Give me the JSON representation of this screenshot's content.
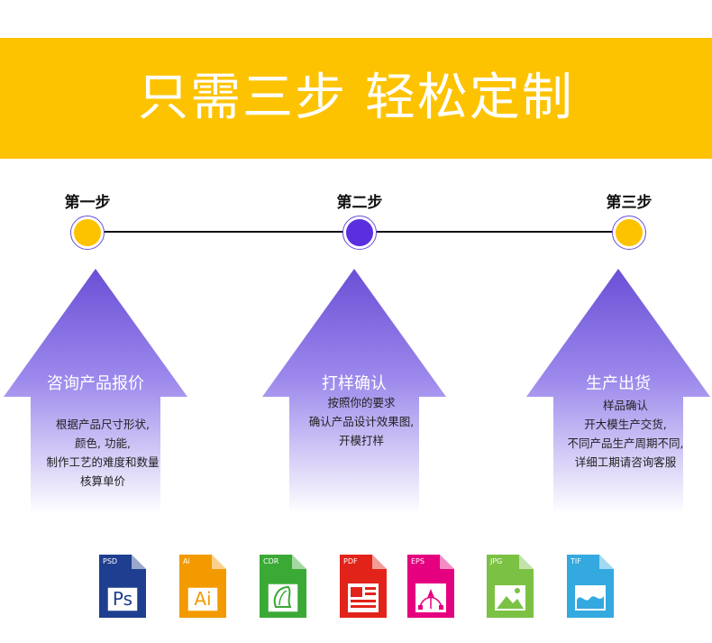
{
  "banner": {
    "title": "只需三步 轻松定制",
    "color": "#fdc300"
  },
  "steps": [
    {
      "label": "第一步",
      "dot_color": "#fdc300",
      "title": "咨询产品报价",
      "lines": [
        "根据产品尺寸形状,",
        "颜色, 功能,",
        "制作工艺的难度和数量",
        "核算单价"
      ]
    },
    {
      "label": "第二步",
      "dot_color": "#5a2fe0",
      "title": "打样确认",
      "lines": [
        "按照你的要求",
        "确认产品设计效果图,",
        "开模打样"
      ]
    },
    {
      "label": "第三步",
      "dot_color": "#fdc300",
      "title": "生产出货",
      "lines": [
        "样品确认",
        "开大模生产交货,",
        "不同产品生产周期不同,",
        "详细工期请咨询客服"
      ]
    }
  ],
  "arrow_color": "#6a4fd6",
  "file_types": [
    {
      "tag": "PSD",
      "big": "Ps",
      "color": "#1e3f8f",
      "icon": "photoshop-icon"
    },
    {
      "tag": "Ai",
      "big": "Ai",
      "color": "#f39a00",
      "icon": "illustrator-icon"
    },
    {
      "tag": "CDR",
      "big": "",
      "color": "#3aa935",
      "icon": "coreldraw-icon"
    },
    {
      "tag": "PDF",
      "big": "",
      "color": "#e2231a",
      "icon": "pdf-document-icon"
    },
    {
      "tag": "EPS",
      "big": "",
      "color": "#e4007f",
      "icon": "vector-pen-icon"
    },
    {
      "tag": "JPG",
      "big": "",
      "color": "#7bc143",
      "icon": "image-landscape-icon"
    },
    {
      "tag": "TIF",
      "big": "",
      "color": "#33a9e0",
      "icon": "image-wave-icon"
    }
  ]
}
